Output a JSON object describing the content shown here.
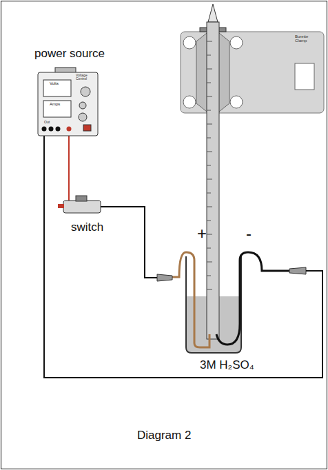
{
  "diagram": {
    "caption": "Diagram 2",
    "labels": [
      "power source",
      "switch",
      "3M H₂SO₄",
      "+",
      "-",
      "Burette Clamp",
      "Volts",
      "Amps",
      "Voltage Control",
      "Out"
    ]
  }
}
